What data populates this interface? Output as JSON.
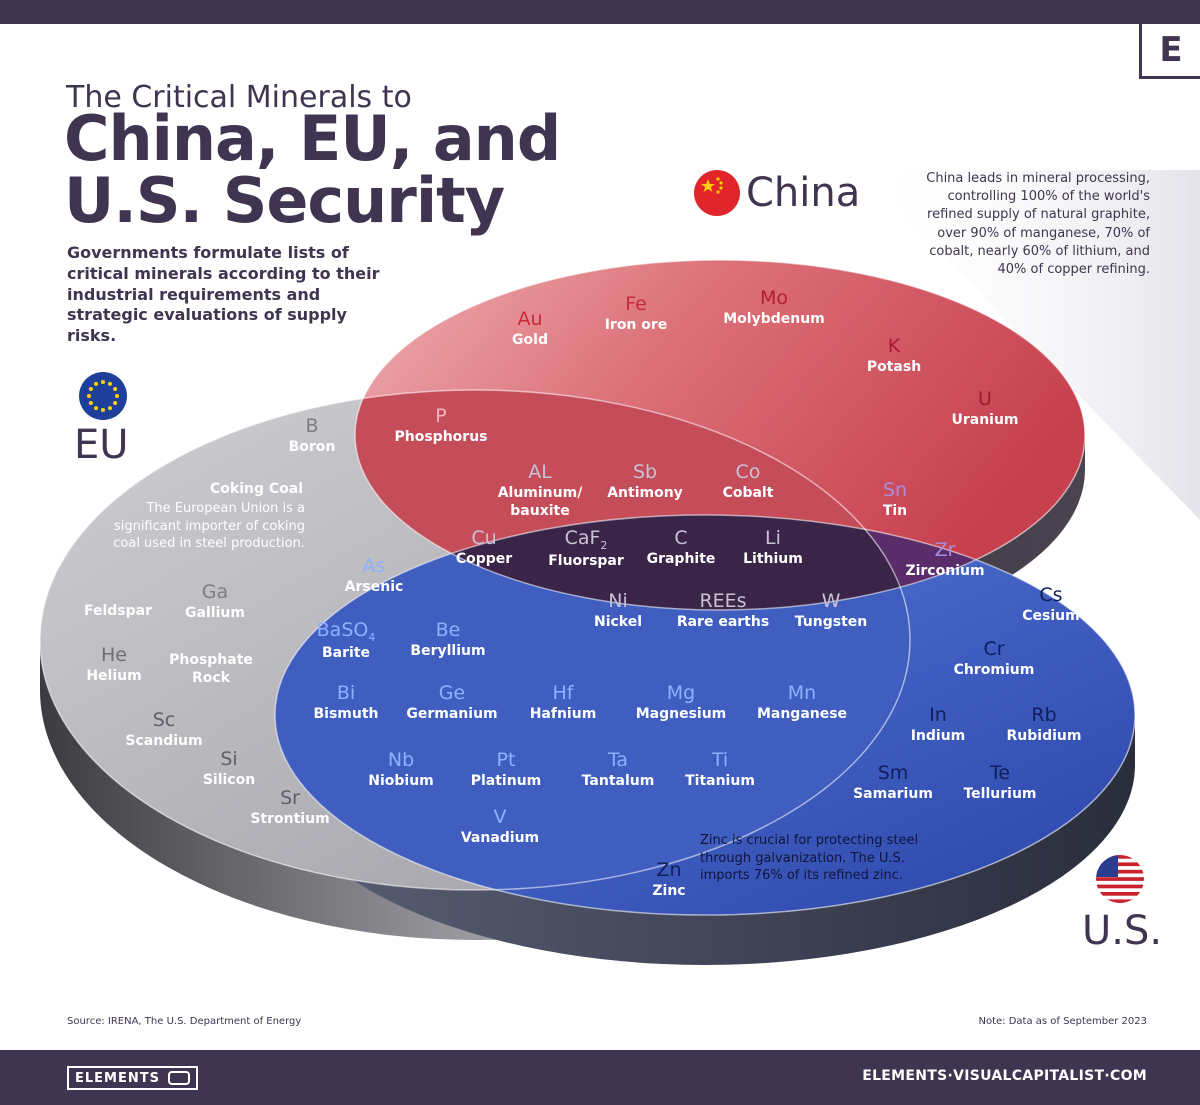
{
  "header": {
    "logo_letter": "E",
    "title_small": "The Critical Minerals to",
    "title_line1": "China, EU, and",
    "title_line2": "U.S. Security",
    "intro": "Governments formulate lists of critical minerals according to their industrial requirements and strategic evaluations of supply risks."
  },
  "regions": {
    "china": {
      "label": "China",
      "note": "China leads in mineral processing, controlling 100% of the world's refined supply of natural graphite, over 90% of manganese, 70% of cobalt, nearly 60% of lithium, and 40% of copper refining."
    },
    "eu": {
      "label": "EU",
      "note_title": "Coking Coal",
      "note": "The European Union is a significant importer of coking coal used in steel production."
    },
    "us": {
      "label": "U.S.",
      "note": "Zinc is crucial for protecting steel through galvanization. The U.S. imports 76% of its refined zinc."
    }
  },
  "colors": {
    "china": "#d55563",
    "eu": "#b9b9bf",
    "us": "#3a5bc2",
    "center": "#3a2448",
    "ink": "#3f3550"
  },
  "elements": {
    "china_only": [
      {
        "sym": "Au",
        "name": "Gold"
      },
      {
        "sym": "Fe",
        "name": "Iron ore"
      },
      {
        "sym": "Mo",
        "name": "Molybdenum"
      },
      {
        "sym": "K",
        "name": "Potash"
      },
      {
        "sym": "U",
        "name": "Uranium"
      }
    ],
    "china_eu": [
      {
        "sym": "P",
        "name": "Phosphorus"
      }
    ],
    "china_us": [
      {
        "sym": "Sn",
        "name": "Tin"
      },
      {
        "sym": "Zr",
        "name": "Zirconium"
      }
    ],
    "all_three": [
      {
        "sym": "AL",
        "name": "Aluminum/ bauxite"
      },
      {
        "sym": "Sb",
        "name": "Antimony"
      },
      {
        "sym": "Co",
        "name": "Cobalt"
      },
      {
        "sym": "Cu",
        "name": "Copper"
      },
      {
        "sym": "CaF",
        "sub": "2",
        "name": "Fluorspar"
      },
      {
        "sym": "C",
        "name": "Graphite"
      },
      {
        "sym": "Li",
        "name": "Lithium"
      },
      {
        "sym": "Ni",
        "name": "Nickel"
      },
      {
        "sym": "REEs",
        "name": "Rare earths"
      },
      {
        "sym": "W",
        "name": "Tungsten"
      }
    ],
    "eu_only": [
      {
        "sym": "B",
        "name": "Boron"
      },
      {
        "sym": "Ga",
        "name": "Gallium"
      },
      {
        "sym": "",
        "name": "Feldspar"
      },
      {
        "sym": "He",
        "name": "Helium"
      },
      {
        "sym": "",
        "name": "Phosphate Rock"
      },
      {
        "sym": "Sc",
        "name": "Scandium"
      },
      {
        "sym": "Si",
        "name": "Silicon"
      },
      {
        "sym": "Sr",
        "name": "Strontium"
      }
    ],
    "eu_us": [
      {
        "sym": "As",
        "name": "Arsenic"
      },
      {
        "sym": "BaSO",
        "sub": "4",
        "name": "Barite"
      },
      {
        "sym": "Be",
        "name": "Beryllium"
      },
      {
        "sym": "Bi",
        "name": "Bismuth"
      },
      {
        "sym": "Ge",
        "name": "Germanium"
      },
      {
        "sym": "Hf",
        "name": "Hafnium"
      },
      {
        "sym": "Mg",
        "name": "Magnesium"
      },
      {
        "sym": "Mn",
        "name": "Manganese"
      },
      {
        "sym": "Nb",
        "name": "Niobium"
      },
      {
        "sym": "Pt",
        "name": "Platinum"
      },
      {
        "sym": "Ta",
        "name": "Tantalum"
      },
      {
        "sym": "Ti",
        "name": "Titanium"
      },
      {
        "sym": "V",
        "name": "Vanadium"
      }
    ],
    "us_only": [
      {
        "sym": "Cs",
        "name": "Cesium"
      },
      {
        "sym": "Cr",
        "name": "Chromium"
      },
      {
        "sym": "In",
        "name": "Indium"
      },
      {
        "sym": "Rb",
        "name": "Rubidium"
      },
      {
        "sym": "Sm",
        "name": "Samarium"
      },
      {
        "sym": "Te",
        "name": "Tellurium"
      },
      {
        "sym": "Zn",
        "name": "Zinc"
      }
    ]
  },
  "footer": {
    "source": "Source: IRENA, The U.S. Department of Energy",
    "note": "Note: Data as of September 2023",
    "brand": "ELEMENTS",
    "site": "ELEMENTS·VISUALCAPITALIST·COM"
  }
}
